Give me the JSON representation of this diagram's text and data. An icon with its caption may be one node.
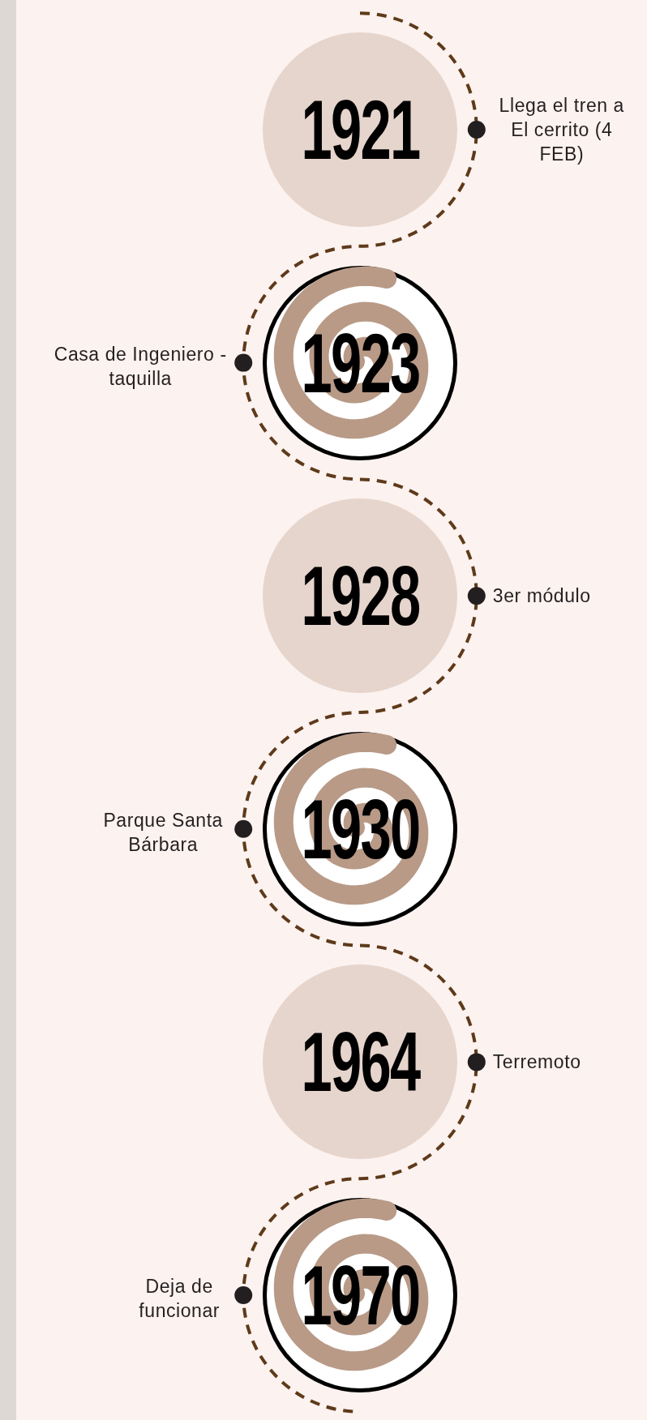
{
  "diagram": {
    "nodes": [
      {
        "text": [
          "1921"
        ],
        "beside": [
          "Llega el tren a El cerrito (4 FEB)"
        ]
      },
      {
        "text": [
          "1923"
        ],
        "beside": [
          "Casa de Ingeniero - taquilla"
        ]
      },
      {
        "text": [
          "1928"
        ],
        "beside": [
          "3er módulo"
        ]
      },
      {
        "text": [
          "1930"
        ],
        "beside": [
          "Parque Santa Bárbara"
        ]
      },
      {
        "text": [
          "1964"
        ],
        "beside": [
          "Terremoto"
        ]
      },
      {
        "text": [
          "1970"
        ],
        "beside": [
          "Deja de funcionar"
        ]
      }
    ]
  }
}
